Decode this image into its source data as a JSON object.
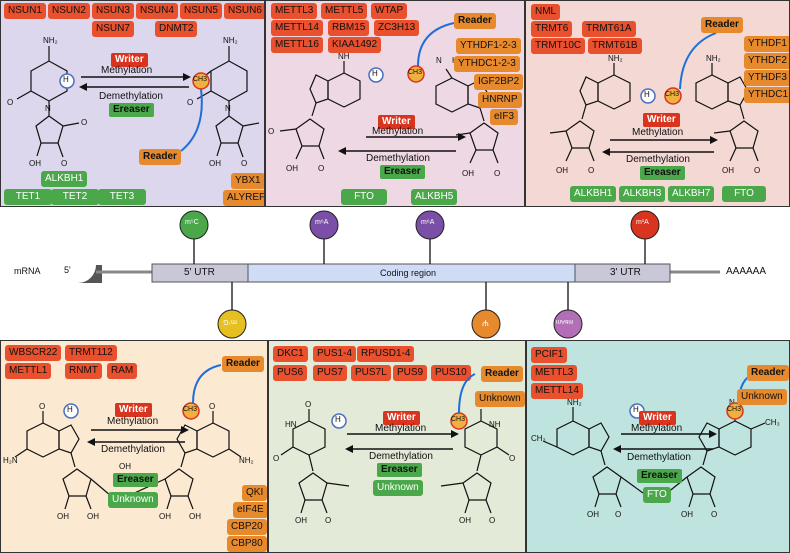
{
  "labels": {
    "writer": "Writer",
    "eraser": "Ereaser",
    "reader": "Reader",
    "methylation": "Methylation",
    "demethylation": "Demethylation",
    "h": "H",
    "ch3": "CH3"
  },
  "panel_m5c": {
    "writers": [
      "NSUN1",
      "NSUN2",
      "NSUN3",
      "NSUN4",
      "NSUN5",
      "NSUN6",
      "NSUN7",
      "DNMT2"
    ],
    "erasers": [
      "ALKBH1",
      "TET1",
      "TET2",
      "TET3"
    ],
    "readers": [
      "YBX1",
      "ALYREF"
    ],
    "bg": "#dcd7ec"
  },
  "panel_m6a": {
    "writers": [
      "METTL3",
      "METTL5",
      "WTAP",
      "METTL14",
      "RBM15",
      "ZC3H13",
      "METTL16",
      "KIAA1492"
    ],
    "readers": [
      "YTHDF1-2-3",
      "YTHDC1-2-3",
      "IGF2BP2",
      "HNRNP",
      "eIF3"
    ],
    "erasers": [
      "FTO",
      "ALKBH5"
    ],
    "bg": "#eed8e3"
  },
  "panel_m1a": {
    "writers": [
      "NML",
      "TRMT6",
      "TRMT61A",
      "TRMT10C",
      "TRMT61B"
    ],
    "readers": [
      "YTHDF1",
      "YTHDF2",
      "YTHDF3",
      "YTHDC1"
    ],
    "erasers": [
      "ALKBH1",
      "ALKBH3",
      "ALKBH7",
      "FTO"
    ],
    "bg": "#f3d8d3"
  },
  "mrna": {
    "label": "mRNA",
    "five_prime": "5'",
    "utr5": "5' UTR",
    "coding": "Coding region",
    "utr3": "3' UTR",
    "polya": "AAAAAA",
    "marks_top": [
      {
        "label": "m⁵C",
        "color": "#4aa84a"
      },
      {
        "label": "m⁶A",
        "color": "#7b4fa8"
      },
      {
        "label": "m⁶A",
        "color": "#7b4fa8"
      },
      {
        "label": "m¹A",
        "color": "#d9341f"
      }
    ],
    "marks_bottom": [
      {
        "label": "m⁷G",
        "color": "#e6c020"
      },
      {
        "label": "Ψ",
        "color": "#e78a2d"
      },
      {
        "label": "m6Am",
        "color": "#b26fb8"
      }
    ]
  },
  "panel_m7g": {
    "writers": [
      "WBSCR22",
      "TRMT112",
      "METTL1",
      "RNMT",
      "RAM"
    ],
    "readers": [
      "QKI",
      "eIF4E",
      "CBP20",
      "CBP80"
    ],
    "erasers": [
      "Unknown"
    ],
    "bg": "#fbe9d2"
  },
  "panel_psi": {
    "writers": [
      "DKC1",
      "PUS1-4",
      "RPUSD1-4",
      "PUS6",
      "PUS7",
      "PUS7L",
      "PUS9",
      "PUS10"
    ],
    "readers": [
      "Unknown"
    ],
    "erasers": [
      "Unknown"
    ],
    "bg": "#e4ead8"
  },
  "panel_m6am": {
    "writers": [
      "PCIF1",
      "METTL3",
      "METTL14"
    ],
    "readers": [
      "Unknown"
    ],
    "erasers": [
      "FTO"
    ],
    "bg": "#bfe3de"
  }
}
